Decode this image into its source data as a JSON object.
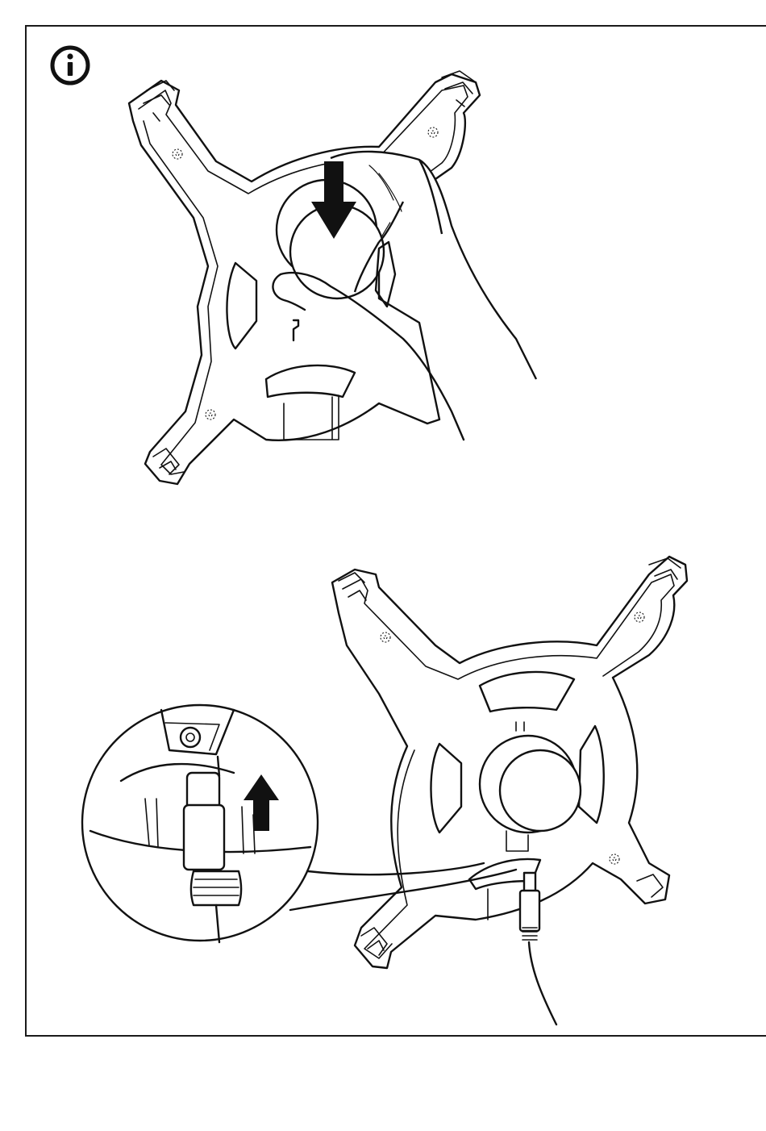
{
  "page": {
    "info_icon": "info-circle-icon",
    "steps": [
      {
        "name": "press-cap-onto-mount",
        "arrow": "down-arrow-icon"
      },
      {
        "name": "connect-cable-to-mount",
        "arrow": "up-arrow-icon",
        "detail": "magnified-connector-inset"
      }
    ]
  },
  "colors": {
    "line": "#111111",
    "background": "#ffffff"
  }
}
